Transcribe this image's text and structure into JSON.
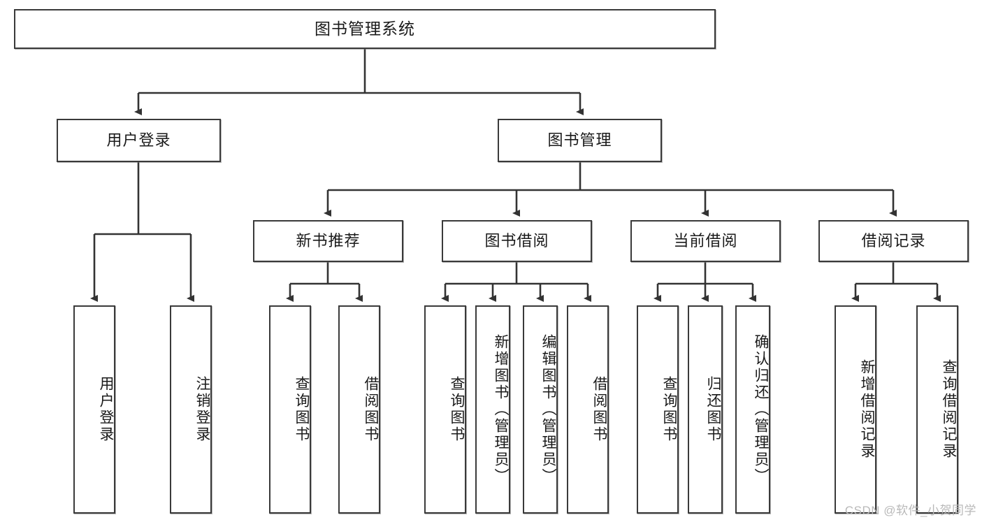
{
  "diagram": {
    "type": "tree",
    "title": "图书管理系统",
    "watermark": "CSDN @软件_小贺同学",
    "colors": {
      "box_stroke": "#3a3a3a",
      "box_fill": "#ffffff",
      "edge": "#333333",
      "text": "#1a1a1a",
      "watermark": "#b9b9b9"
    },
    "levels": {
      "root": {
        "label": "图书管理系统"
      },
      "level2": [
        {
          "label": "用户登录"
        },
        {
          "label": "图书管理"
        }
      ],
      "level3": [
        {
          "label": "新书推荐"
        },
        {
          "label": "图书借阅"
        },
        {
          "label": "当前借阅"
        },
        {
          "label": "借阅记录"
        }
      ]
    },
    "leaves": {
      "user_login": [
        {
          "label": "用户登录"
        },
        {
          "label": "注销登录"
        }
      ],
      "new_book": [
        {
          "label": "查询图书"
        },
        {
          "label": "借阅图书"
        }
      ],
      "book_borrow": [
        {
          "label": "查询图书"
        },
        {
          "label": "新增图书（管理员）"
        },
        {
          "label": "编辑图书（管理员）"
        },
        {
          "label": "借阅图书"
        }
      ],
      "current_borrow": [
        {
          "label": "查询图书"
        },
        {
          "label": "归还图书"
        },
        {
          "label": "确认归还（管理员）"
        }
      ],
      "borrow_record": [
        {
          "label": "新增借阅记录"
        },
        {
          "label": "查询借阅记录"
        }
      ]
    }
  }
}
